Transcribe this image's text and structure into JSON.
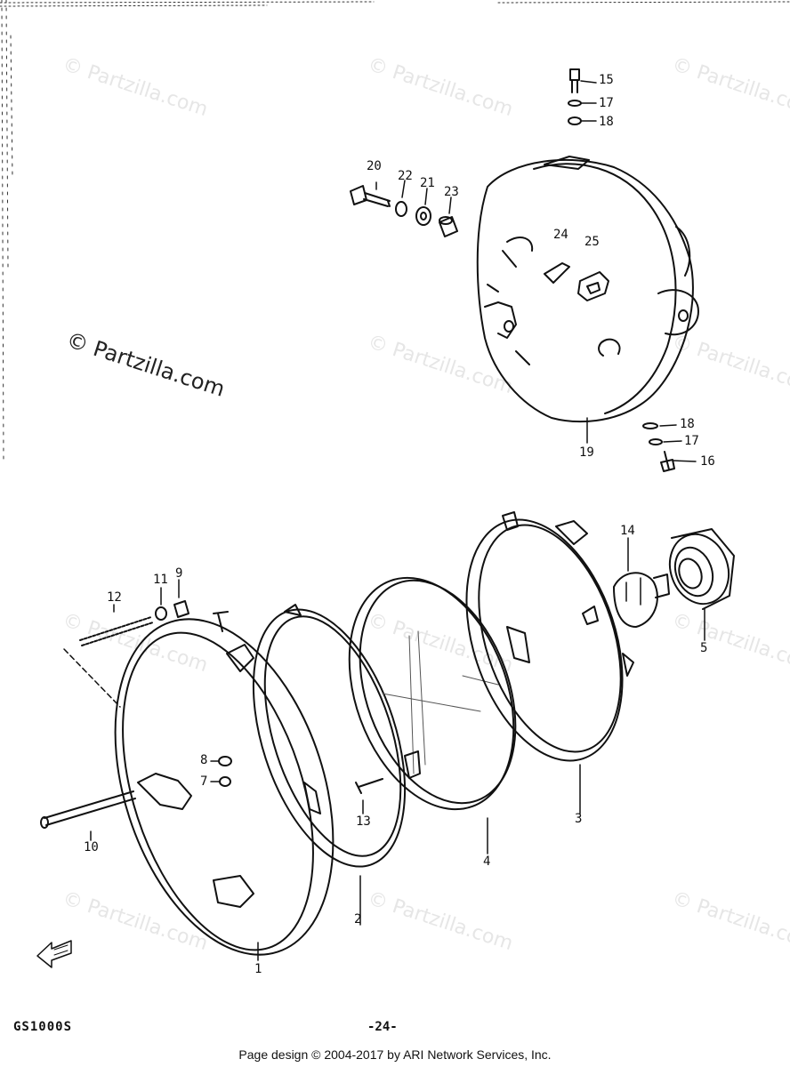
{
  "watermark": {
    "faint_text": "© Partzilla.com",
    "dark_text": "© Partzilla.com"
  },
  "callouts": {
    "c1": "1",
    "c2": "2",
    "c3": "3",
    "c4": "4",
    "c5": "5",
    "c7": "7",
    "c8": "8",
    "c9": "9",
    "c10": "10",
    "c11": "11",
    "c12": "12",
    "c13": "13",
    "c14": "14",
    "c15": "15",
    "c16": "16",
    "c17a": "17",
    "c17b": "17",
    "c18a": "18",
    "c18b": "18",
    "c19": "19",
    "c20": "20",
    "c21": "21",
    "c22": "22",
    "c23": "23",
    "c24": "24",
    "c25": "25"
  },
  "footer": {
    "model": "GS1000S",
    "page": "-24-",
    "credit": "Page design © 2004-2017 by ARI Network Services, Inc."
  },
  "colors": {
    "ink": "#111111",
    "watermark": "#e6e6e6"
  }
}
